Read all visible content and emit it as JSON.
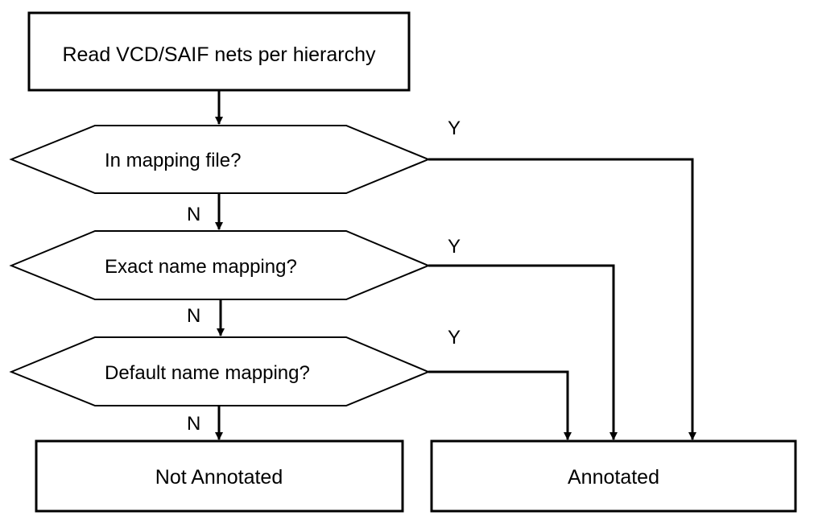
{
  "nodes": {
    "start": "Read VCD/SAIF nets per hierarchy",
    "decision1": "In mapping file?",
    "decision2": "Exact name mapping?",
    "decision3": "Default name mapping?",
    "not_annotated": "Not Annotated",
    "annotated": "Annotated"
  },
  "edges": {
    "d1_yes": "Y",
    "d1_no": "N",
    "d2_yes": "Y",
    "d2_no": "N",
    "d3_yes": "Y",
    "d3_no": "N"
  }
}
